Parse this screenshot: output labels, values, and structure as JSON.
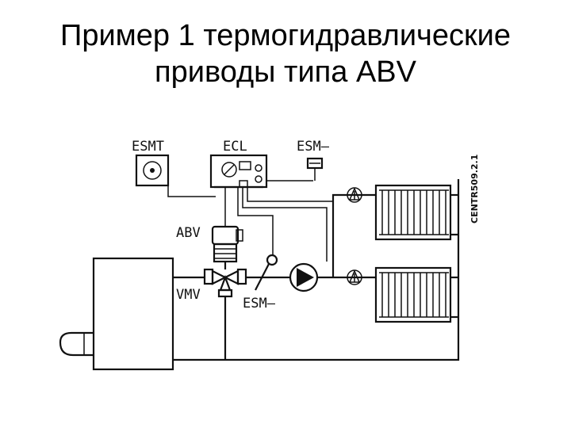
{
  "title": {
    "line1": "Пример 1 термогидравлические",
    "line2": "приводы типа ABV"
  },
  "diagram": {
    "labels": {
      "esmt": "ESMT",
      "ecl": "ECL",
      "esm_top": "ESM–",
      "abv": "ABV",
      "vmv": "VMV",
      "esm_bottom": "ESM–",
      "drawing_code": "CENTR509.2.1"
    }
  }
}
